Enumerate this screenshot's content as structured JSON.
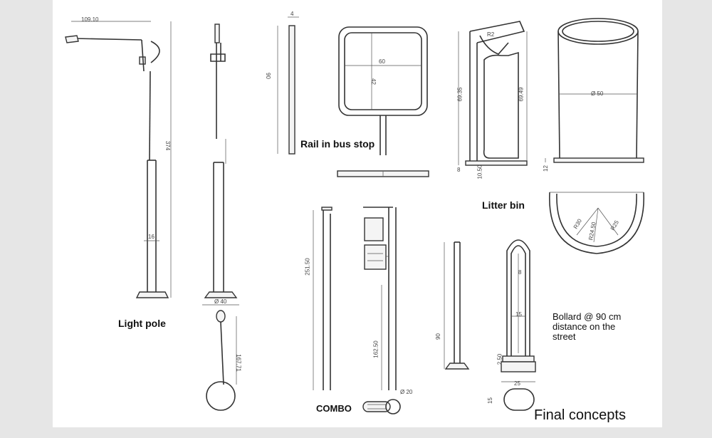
{
  "labels": {
    "light_pole": "Light pole",
    "rail_bus_stop": "Rail in bus stop",
    "litter_bin": "Litter bin",
    "combo": "COMBO",
    "bollard_line1": "Bollard  @ 90 cm",
    "bollard_line2": "distance on the",
    "bollard_line3": "street",
    "final_concepts": "Final concepts"
  },
  "dimensions": {
    "pole_arm": "109.10",
    "pole_height": "374",
    "pole_base": "16",
    "pole_diameter": "Ø 40",
    "pole_offset": "167.71",
    "rail_top": "4",
    "rail_height": "90",
    "rail_width": "60",
    "rail_inner": "42",
    "bin_slot": "R2",
    "bin_height_left": "69.35",
    "bin_height_right": "69.49",
    "bin_base_left": "8",
    "bin_base_step": "10.50",
    "bin_diameter": "Ø 50",
    "bin_base_right": "12",
    "bin_r1": "R30",
    "bin_r2": "R24.50",
    "bin_r3": "R25",
    "combo_height": "251.50",
    "combo_mid": "162.50",
    "combo_diameter": "Ø 20",
    "bollard_height": "90",
    "bollard_inner": "8",
    "bollard_width": "15",
    "bollard_base": "25",
    "bollard_base_h": "15",
    "bollard_small": "2.50"
  }
}
